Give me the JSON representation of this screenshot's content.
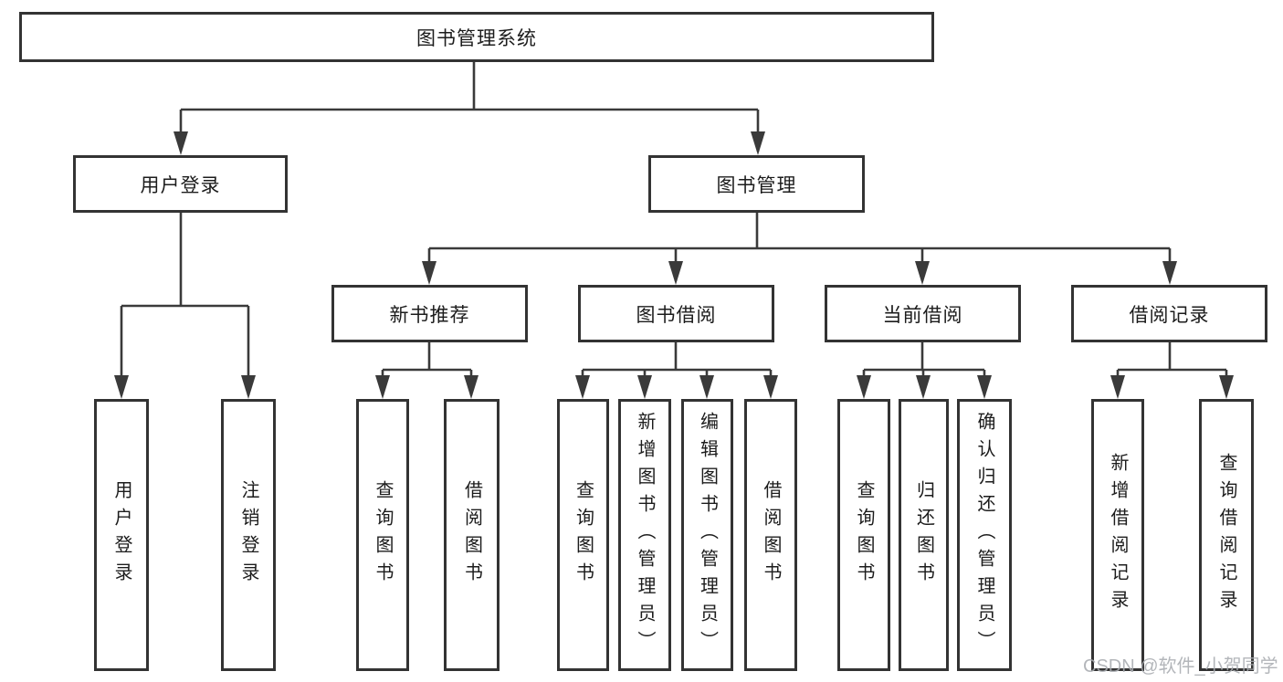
{
  "tree": {
    "root": {
      "label": "图书管理系统"
    },
    "branches": [
      {
        "label": "用户登录",
        "children": [
          {
            "label": "用户登录"
          },
          {
            "label": "注销登录"
          }
        ]
      },
      {
        "label": "图书管理",
        "children": [
          {
            "label": "新书推荐",
            "children": [
              {
                "label": "查询图书"
              },
              {
                "label": "借阅图书"
              }
            ]
          },
          {
            "label": "图书借阅",
            "children": [
              {
                "label": "查询图书"
              },
              {
                "label": "新增图书（管理员）"
              },
              {
                "label": "编辑图书（管理员）"
              },
              {
                "label": "借阅图书"
              }
            ]
          },
          {
            "label": "当前借阅",
            "children": [
              {
                "label": "查询图书"
              },
              {
                "label": "归还图书"
              },
              {
                "label": "确认归还（管理员）"
              }
            ]
          },
          {
            "label": "借阅记录",
            "children": [
              {
                "label": "新增借阅记录"
              },
              {
                "label": "查询借阅记录"
              }
            ]
          }
        ]
      }
    ]
  },
  "watermark": "CSDN @软件_小贺同学",
  "colors": {
    "line": "#3a3a3a",
    "box_border": "#333333",
    "text": "#1c1c1c",
    "watermark": "#a9acb1",
    "background": "#ffffff"
  }
}
